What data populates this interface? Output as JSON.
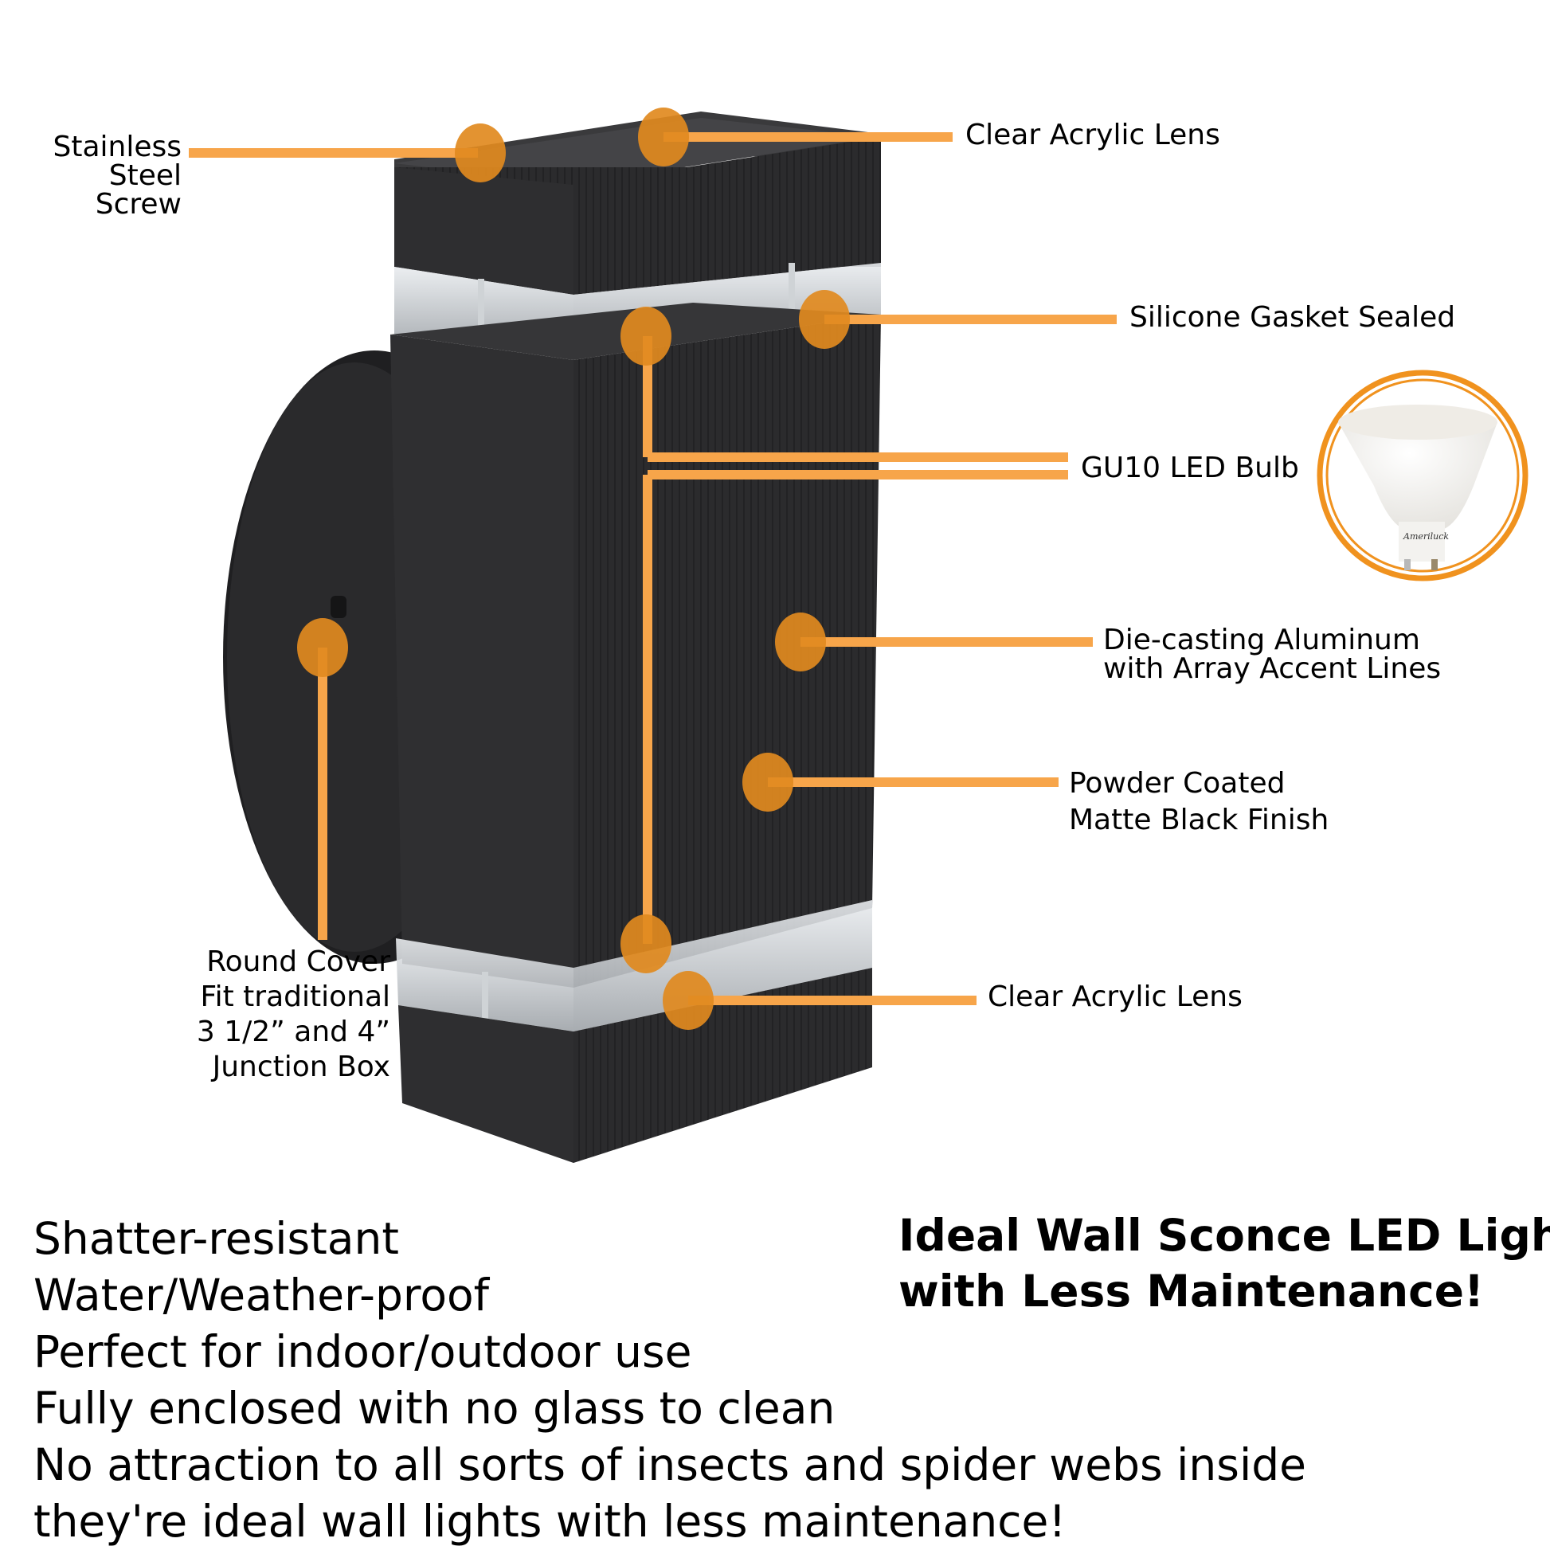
{
  "colors": {
    "accent": "#f7a54a",
    "accent_dot": "#e18a1f",
    "fixture": "#2b2b2d",
    "text": "#000000"
  },
  "callouts": {
    "screw": {
      "lines": [
        "Stainless",
        "Steel",
        "Screw"
      ]
    },
    "top_lens": {
      "label": "Clear Acrylic Lens"
    },
    "gasket": {
      "label": "Silicone Gasket Sealed"
    },
    "bulb": {
      "label": "GU10 LED Bulb",
      "brand": "Ameriluck"
    },
    "aluminum": {
      "lines": [
        "Die-casting Aluminum",
        "with Array Accent Lines"
      ]
    },
    "finish": {
      "lines": [
        "Powder Coated",
        "Matte Black Finish"
      ]
    },
    "bottom_lens": {
      "label": "Clear Acrylic Lens"
    },
    "cover": {
      "lines": [
        "Round Cover",
        "Fit traditional",
        "3 1/2” and 4”",
        "Junction Box"
      ]
    }
  },
  "features": [
    "Shatter-resistant",
    "Water/Weather-proof",
    "Perfect for indoor/outdoor use",
    "Fully enclosed with no glass to clean",
    "No attraction to all sorts of insects and spider webs inside",
    "they're ideal wall lights with less maintenance!"
  ],
  "headline": [
    "Ideal Wall Sconce LED Light",
    "with Less Maintenance!"
  ]
}
